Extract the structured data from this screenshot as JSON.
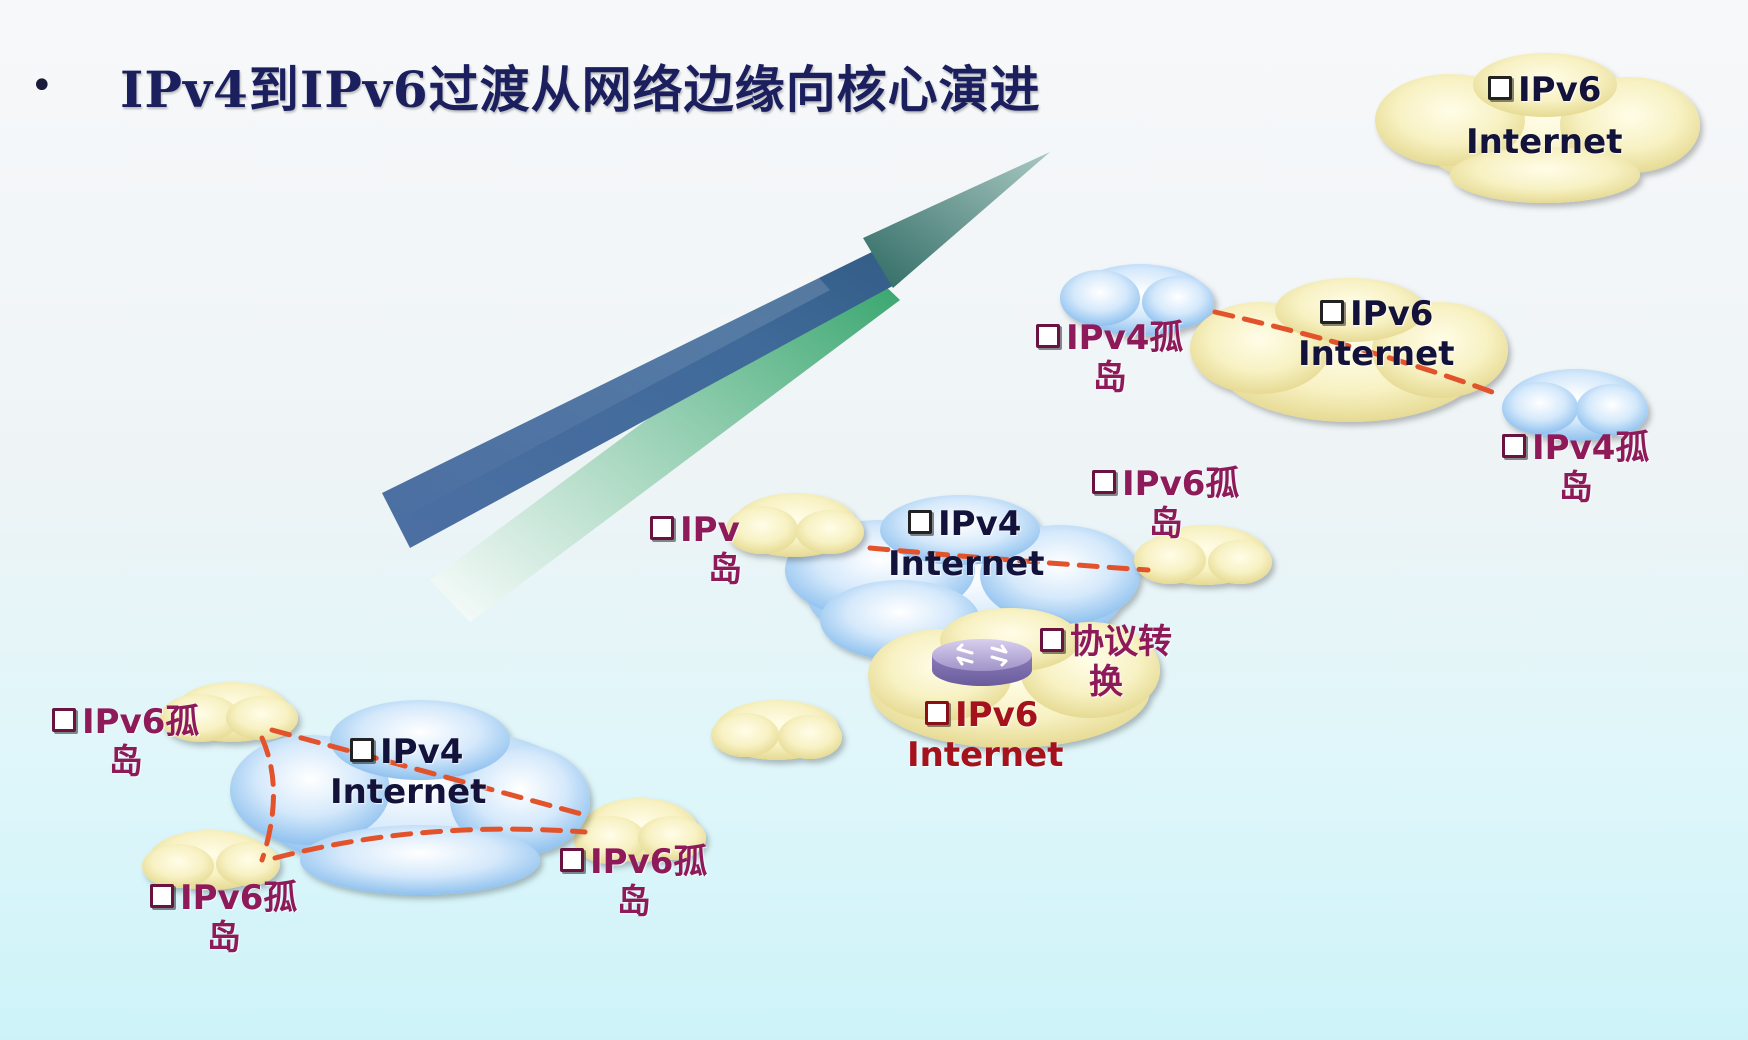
{
  "slide": {
    "bullet": "•",
    "title": "IPv4到IPv6过渡从网络边缘向核心演进"
  },
  "stage1": {
    "core": {
      "line1": "IPv4",
      "line2": "Internet"
    },
    "island_top": {
      "line1": "IPv6孤",
      "line2": "岛"
    },
    "island_bottom": {
      "line1": "IPv6孤",
      "line2": "岛"
    },
    "island_right": {
      "line1": "IPv6孤",
      "line2": "岛"
    }
  },
  "stage2": {
    "core": {
      "line1": "IPv4",
      "line2": "Internet"
    },
    "island_left": {
      "line1": "IPv",
      "line2": "岛"
    },
    "island_right": {
      "line1": "IPv6孤",
      "line2": "岛"
    },
    "translator": {
      "line1": "协议转",
      "line2": "换"
    },
    "ipv6_net": {
      "line1": "IPv6",
      "line2": "Internet"
    }
  },
  "stage3": {
    "core": {
      "line1": "IPv6",
      "line2": "Internet"
    },
    "island_left": {
      "line1": "IPv4孤",
      "line2": "岛"
    },
    "island_right": {
      "line1": "IPv4孤",
      "line2": "岛"
    }
  },
  "stage4": {
    "core": {
      "line1": "IPv6",
      "line2": "Internet"
    }
  },
  "colors": {
    "blue_cloud": "#a9d1f5",
    "yellow_cloud": "#f3ecb0",
    "tunnel_line": "#e3532b",
    "title": "#1b1f5e",
    "label_maroon": "#8e1a5a",
    "label_red": "#a5121c"
  },
  "icons": [
    "router-icon",
    "checkbox-bullet-icon"
  ]
}
